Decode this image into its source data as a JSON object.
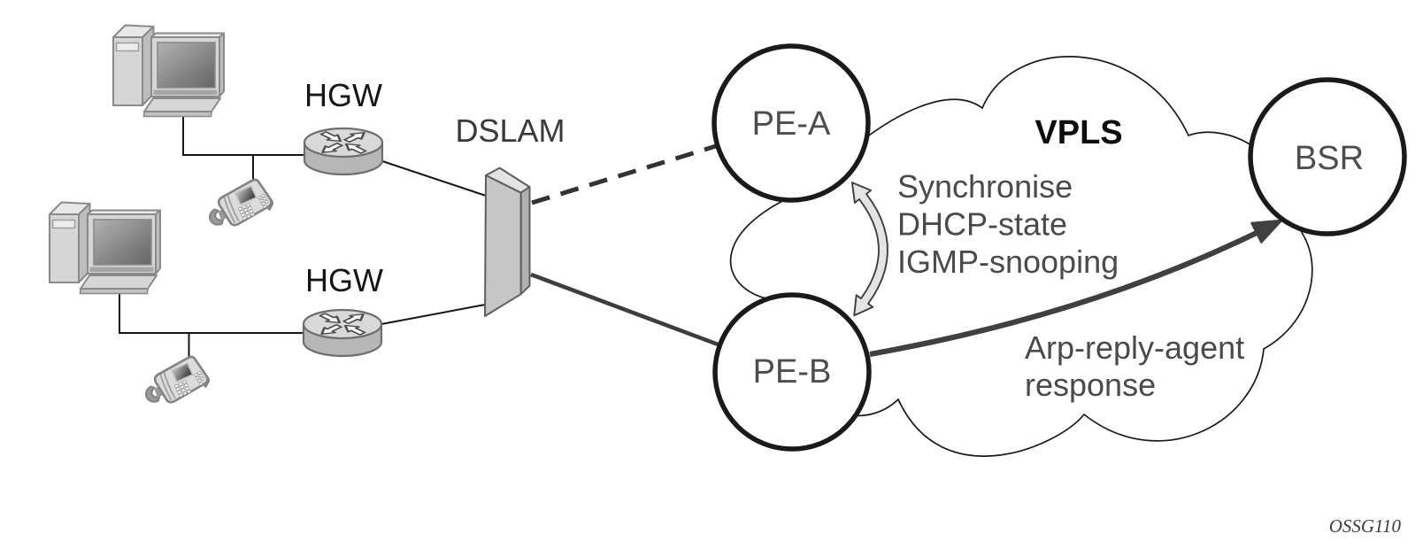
{
  "diagram": {
    "title": "VPLS aggregation network diagram",
    "watermark": "OSSG110",
    "labels": {
      "hgw1": "HGW",
      "hgw2": "HGW",
      "dslam": "DSLAM",
      "vpls": "VPLS"
    },
    "nodes": {
      "pe_a": "PE-A",
      "pe_b": "PE-B",
      "bsr": "BSR"
    },
    "annotations": {
      "sync_line1": "Synchronise",
      "sync_line2": "DHCP-state",
      "sync_line3": "IGMP-snooping",
      "arp_line1": "Arp-reply-agent",
      "arp_line2": "response"
    },
    "icons": [
      "desktop-computer-icon",
      "desktop-computer-icon",
      "voip-phone-icon",
      "voip-phone-icon",
      "router-icon",
      "router-icon",
      "dslam-shelf-icon",
      "vpls-cloud-shape",
      "sync-double-arrow",
      "arp-reply-arrow"
    ],
    "colors": {
      "ink": "#161616",
      "node_stroke": "#1a1a1a",
      "node_text": "#4d4d4d",
      "annotation_text": "#4a4a4a",
      "dashed_link": "#333333",
      "thick_link": "#3d3d3d",
      "arrow_fill": "#e4e4e4",
      "icon_fill": "#d6d6d6",
      "background": "#ffffff"
    }
  }
}
